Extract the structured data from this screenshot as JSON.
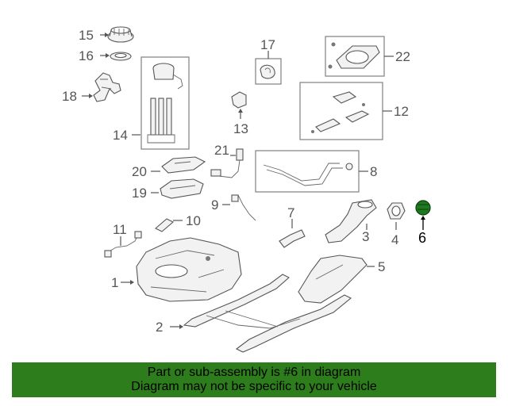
{
  "callouts": {
    "c1": "1",
    "c2": "2",
    "c3": "3",
    "c4": "4",
    "c5": "5",
    "c6": "6",
    "c7": "7",
    "c8": "8",
    "c9": "9",
    "c10": "10",
    "c11": "11",
    "c12": "12",
    "c13": "13",
    "c14": "14",
    "c15": "15",
    "c16": "16",
    "c17": "17",
    "c18": "18",
    "c19": "19",
    "c20": "20",
    "c21": "21",
    "c22": "22"
  },
  "highlight_color": "#1f7a1f",
  "footer": {
    "line1": "Part or sub-assembly is #6 in diagram",
    "line2": "Diagram may not be specific to your vehicle",
    "background": "#2d7d1c"
  }
}
